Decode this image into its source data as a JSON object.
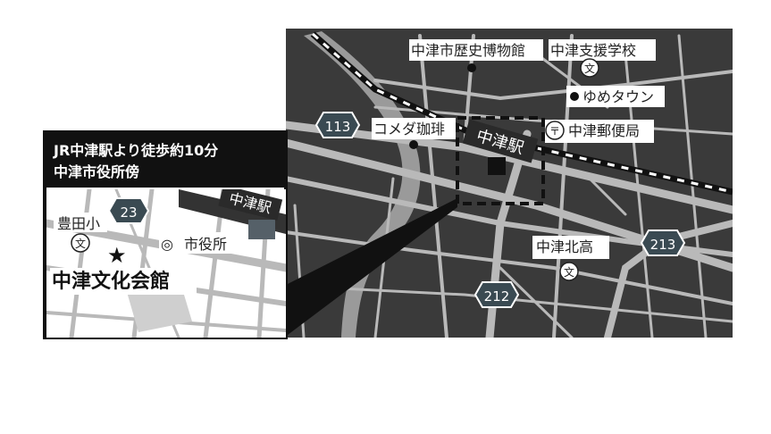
{
  "info": {
    "line1": "JR中津駅より徒歩約10分",
    "line2": "中津市役所傍"
  },
  "main_map": {
    "station": "中津駅",
    "landmarks": {
      "museum": "中津市歴史博物館",
      "support_school": "中津支援学校",
      "youme": "ゆめタウン",
      "post_office": "中津郵便局",
      "komeda": "コメダ珈琲",
      "kita_high": "中津北高"
    },
    "routes": [
      "113",
      "213",
      "212"
    ]
  },
  "inset_map": {
    "station": "中津駅",
    "route": "23",
    "school": "豊田小",
    "city_hall": "市役所",
    "venue": "中津文化会館"
  },
  "symbols": {
    "school": "文",
    "post": "〒",
    "city_hall": "◎",
    "star": "★"
  },
  "colors": {
    "road": "#b9b9b9",
    "road_edge": "#707070",
    "background": "#3a3a3a",
    "river": "#9a9a9a",
    "route_badge": "#3a4a52"
  }
}
